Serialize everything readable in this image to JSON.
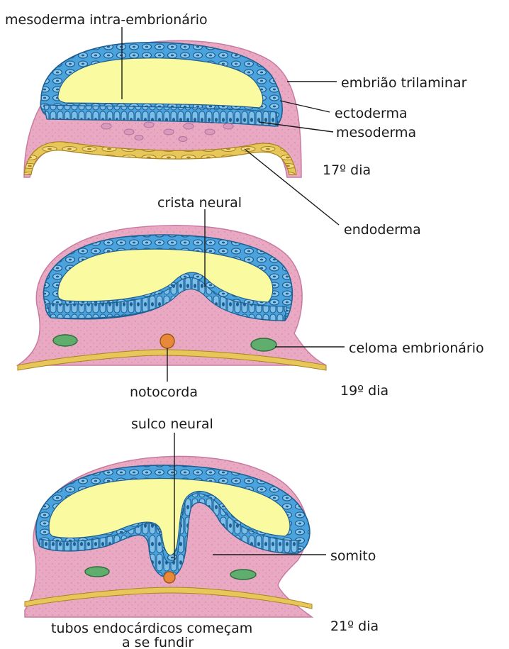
{
  "diagram": {
    "panel_17": {
      "label_mesoderma_intra": "mesoderma intra-embrionário",
      "label_embriao_trilaminar": "embrião trilaminar",
      "label_ectoderma": "ectoderma",
      "label_mesoderma": "mesoderma",
      "label_day": "17º dia",
      "label_endoderma": "endoderma"
    },
    "panel_19": {
      "label_crista_neural": "crista neural",
      "label_celoma": "celoma embrionário",
      "label_notocorda": "notocorda",
      "label_day": "19º dia"
    },
    "panel_21": {
      "label_sulco_neural": "sulco neural",
      "label_somito": "somito",
      "label_tubos_line1": "tubos endocárdicos começam",
      "label_tubos_line2": "a se fundir",
      "label_day": "21º dia"
    }
  },
  "colors": {
    "pink_tissue": "#e9a9c3",
    "pink_edge": "#c97aa0",
    "ectoderm_blue": "#4aa3dd",
    "ectoderm_dark": "#1d5f92",
    "amnion_yellow": "#fafaa0",
    "endoderm_gold": "#d6b23f",
    "celom_green": "#5fae6e",
    "notochord_orange": "#e8893a"
  }
}
